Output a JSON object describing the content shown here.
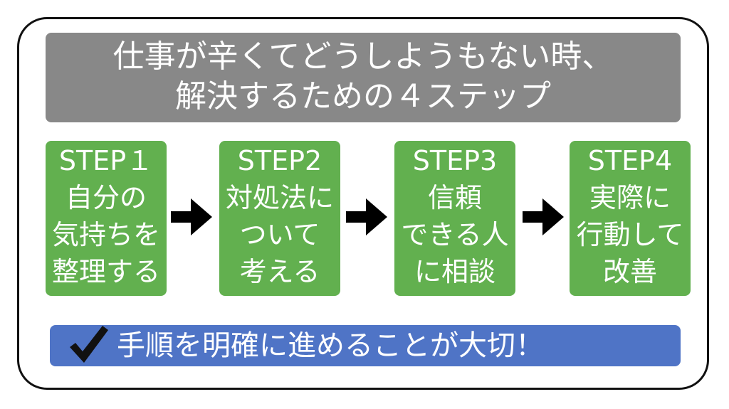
{
  "title": {
    "line1": "仕事が辛くてどうしようもない時、",
    "line2": "解決するための４ステップ"
  },
  "steps": [
    {
      "lines": [
        "STEP１",
        "自分の",
        "気持ちを",
        "整理する"
      ]
    },
    {
      "lines": [
        "STEP2",
        "対処法に",
        "ついて",
        "考える"
      ]
    },
    {
      "lines": [
        "STEP3",
        "信頼",
        "できる人",
        "に相談"
      ]
    },
    {
      "lines": [
        "STEP4",
        "実際に",
        "行動して",
        "改善"
      ]
    }
  ],
  "arrows": {
    "icon": "right-arrow-icon",
    "color": "#000000"
  },
  "conclusion": {
    "icon": "checkmark-icon",
    "text": "手順を明確に進めることが大切！"
  },
  "colors": {
    "title_background": "#888888",
    "step_background": "#62b04f",
    "conclusion_background": "#4f74c6",
    "text": "#ffffff",
    "frame_border": "#111111"
  }
}
